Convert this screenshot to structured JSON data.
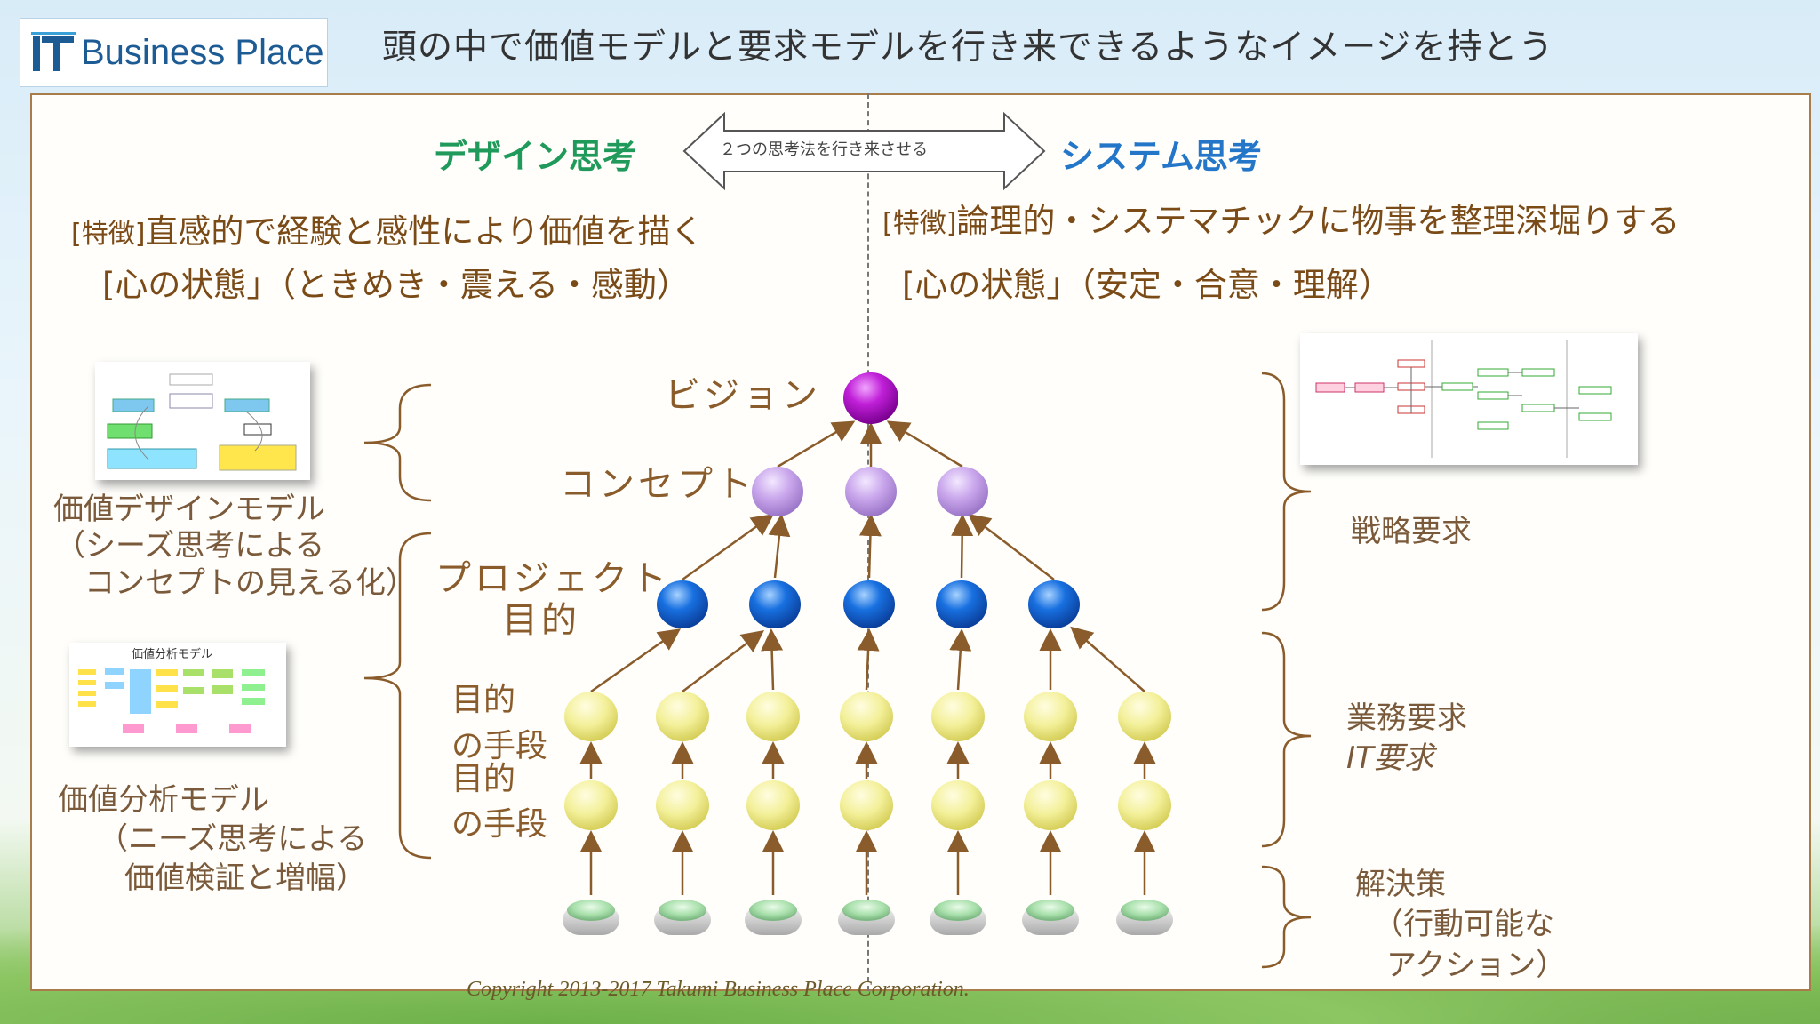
{
  "logo": {
    "text": "Business Place"
  },
  "title": "頭の中で価値モデルと要求モデルを行き来できるようなイメージを持とう",
  "headings": {
    "design": "デザイン思考",
    "system": "システム思考",
    "arrow_label": "２つの思考法を行き来させる"
  },
  "features": {
    "design_prefix": "[特徴]",
    "design_text": "直感的で経験と感性により価値を描く",
    "design_mind": "[心の状態」（ときめき・震える・感動）",
    "system_prefix": "[特徴]",
    "system_text": "論理的・システマチックに物事を整理深堀りする",
    "system_mind": "[心の状態」（安定・合意・理解）"
  },
  "left_labels": {
    "value_design_1": "価値デザインモデル",
    "value_design_2": "（シーズ思考による",
    "value_design_3": "コンセプトの見える化）",
    "value_analysis_1": "価値分析モデル",
    "value_analysis_2": "（ニーズ思考による",
    "value_analysis_3": "価値検証と増幅）"
  },
  "node_labels": {
    "vision": "ビジョン",
    "concept": "コンセプト",
    "project_1": "プロジェクト",
    "project_2": "目的",
    "means_a1": "目的",
    "means_a2": "の手段",
    "means_b1": "目的",
    "means_b2": "の手段"
  },
  "right_labels": {
    "strategy": "戦略要求",
    "business_1": "業務要求",
    "business_2": "IT要求",
    "solution_1": "解決策",
    "solution_2": "（行動可能な",
    "solution_3": "アクション）"
  },
  "thumbnails": {
    "value_analysis_title": "価値分析モデル"
  },
  "footer": "Copyright 2013-2017 Takumi Business Place Corporation.",
  "colors": {
    "vision": "#b400c8",
    "concept": "#c9a6ec",
    "project": "#1464d2",
    "means": "#f3f09a",
    "solution": "#b9e6bb",
    "brace": "#8a5c2b"
  }
}
